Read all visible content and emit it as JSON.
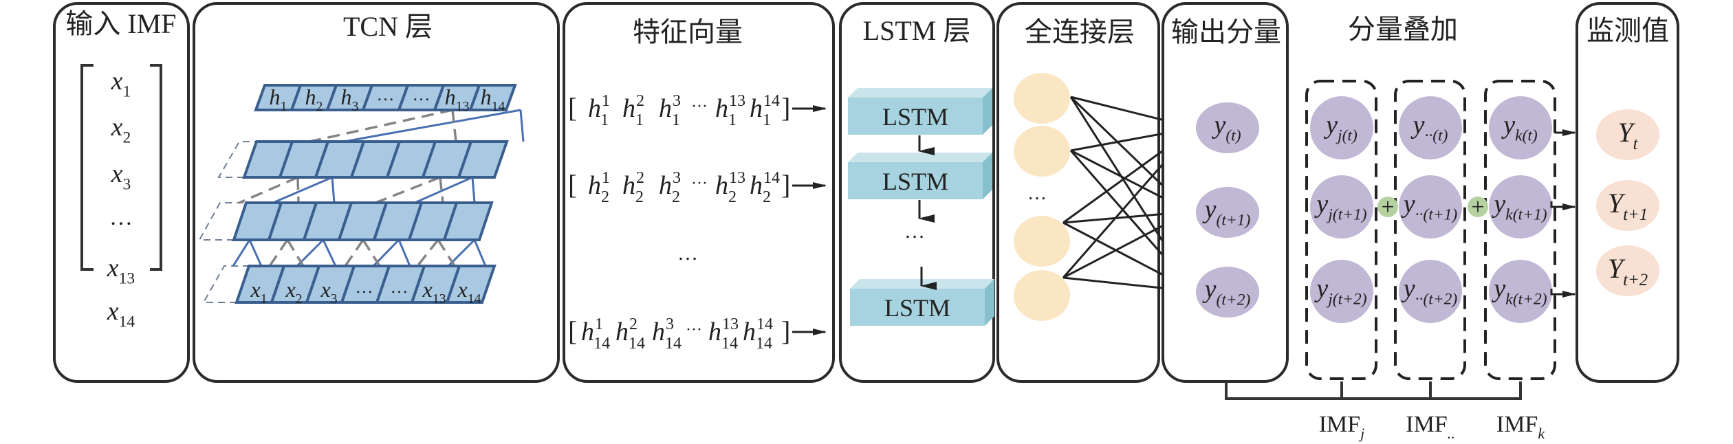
{
  "panels": {
    "input": {
      "title": "输入 IMF",
      "items": [
        {
          "base": "x",
          "sub": "1"
        },
        {
          "base": "x",
          "sub": "2"
        },
        {
          "base": "x",
          "sub": "3"
        },
        {
          "base": "",
          "sub": "",
          "ellipsis": "…"
        },
        {
          "base": "x",
          "sub": "13"
        },
        {
          "base": "x",
          "sub": "14"
        }
      ]
    },
    "tcn": {
      "title": "TCN 层",
      "top_row": [
        {
          "base": "h",
          "sub": "1"
        },
        {
          "base": "h",
          "sub": "2"
        },
        {
          "base": "h",
          "sub": "3"
        },
        {
          "base": "…",
          "sub": ""
        },
        {
          "base": "…",
          "sub": ""
        },
        {
          "base": "h",
          "sub": "13"
        },
        {
          "base": "h",
          "sub": "14"
        }
      ],
      "bottom_row": [
        {
          "base": "x",
          "sub": "1"
        },
        {
          "base": "x",
          "sub": "2"
        },
        {
          "base": "x",
          "sub": "3"
        },
        {
          "base": "…",
          "sub": ""
        },
        {
          "base": "…",
          "sub": ""
        },
        {
          "base": "x",
          "sub": "13"
        },
        {
          "base": "x",
          "sub": "14"
        }
      ]
    },
    "features": {
      "title": "特征向量",
      "rows": [
        {
          "row": "1",
          "sups": [
            "1",
            "2",
            "3",
            "13",
            "14"
          ]
        },
        {
          "row": "2",
          "sups": [
            "1",
            "2",
            "3",
            "13",
            "14"
          ]
        },
        {
          "row": "14",
          "sups": [
            "1",
            "2",
            "3",
            "13",
            "14"
          ]
        }
      ],
      "ellipsis": "…",
      "base": "h"
    },
    "lstm": {
      "title": "LSTM 层",
      "block_label": "LSTM",
      "ellipsis": "…"
    },
    "fc": {
      "title": "全连接层",
      "ellipsis": "…"
    },
    "output": {
      "title": "输出分量",
      "nodes": [
        {
          "base": "y",
          "sub": "(t)"
        },
        {
          "base": "y",
          "sub": "(t+1)"
        },
        {
          "base": "y",
          "sub": "(t+2)"
        }
      ]
    },
    "superposition": {
      "title": "分量叠加",
      "groups": [
        {
          "label": "IMF",
          "label_sub": "j",
          "nodes": [
            {
              "base": "y",
              "sub": "j(t)"
            },
            {
              "base": "y",
              "sub": "j(t+1)"
            },
            {
              "base": "y",
              "sub": "j(t+2)"
            }
          ]
        },
        {
          "label": "IMF",
          "label_sub": "..",
          "nodes": [
            {
              "base": "y",
              "sub": "··(t)"
            },
            {
              "base": "y",
              "sub": "··(t+1)"
            },
            {
              "base": "y",
              "sub": "··(t+2)"
            }
          ]
        },
        {
          "label": "IMF",
          "label_sub": "k",
          "nodes": [
            {
              "base": "y",
              "sub": "k(t)"
            },
            {
              "base": "y",
              "sub": "k(t+1)"
            },
            {
              "base": "y",
              "sub": "k(t+2)"
            }
          ]
        }
      ],
      "plus_symbol": "+"
    },
    "monitored": {
      "title": "监测值",
      "nodes": [
        {
          "base": "Y",
          "sub": "t"
        },
        {
          "base": "Y",
          "sub": "t+1"
        },
        {
          "base": "Y",
          "sub": "t+2"
        }
      ]
    }
  },
  "colors": {
    "tcn_cell": "#a9c8e2",
    "tcn_cell_border": "#3a5f8f",
    "lstm_block": "#a6d3df",
    "fc_node": "#fbe6c4",
    "output_node": "#c0b8d4",
    "plus_node": "#b5d1a0",
    "monitored_node": "#f8e0d2"
  }
}
